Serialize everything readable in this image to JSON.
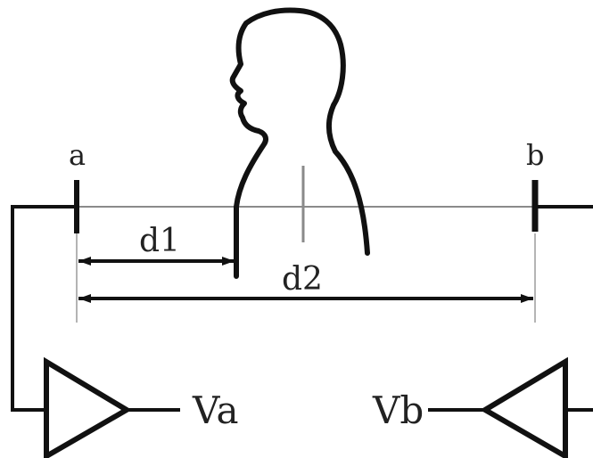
{
  "diagram": {
    "labels": {
      "electrode_a": "a",
      "electrode_b": "b",
      "distance_1": "d1",
      "distance_2": "d2",
      "output_a": "Va",
      "output_b": "Vb"
    },
    "colors": {
      "stroke": "#111111",
      "thin_stroke": "#777777",
      "background": "#ffffff"
    }
  }
}
